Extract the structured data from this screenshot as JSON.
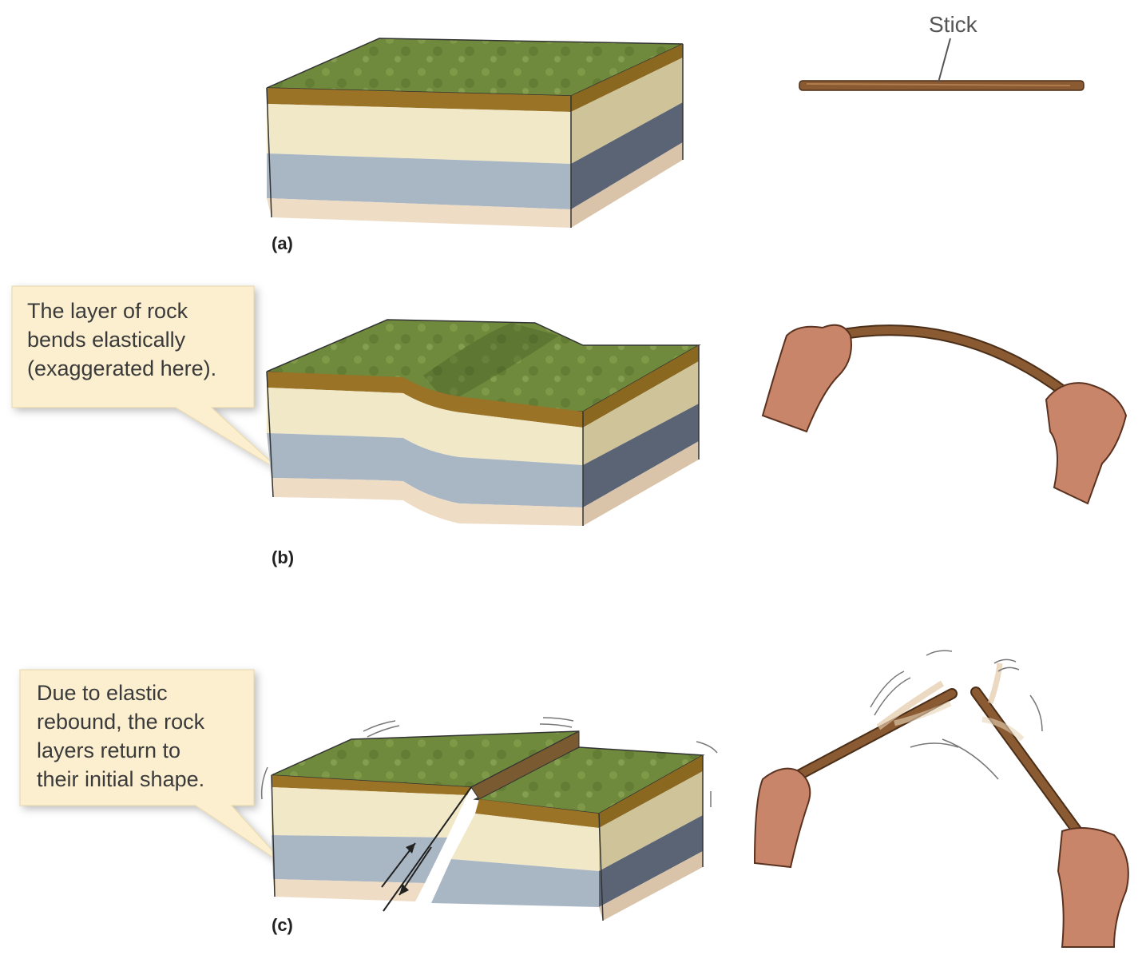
{
  "figure": {
    "stick_label": "Stick",
    "panels": [
      {
        "id": "a",
        "label": "(a)"
      },
      {
        "id": "b",
        "label": "(b)",
        "callout_lines": [
          "The layer of rock",
          "bends elastically",
          "(exaggerated here)."
        ]
      },
      {
        "id": "c",
        "label": "(c)",
        "callout_lines": [
          "Due to elastic",
          "rebound, the rock",
          "layers return to",
          "their initial shape."
        ]
      }
    ]
  },
  "colors": {
    "grass": "#6f8a3c",
    "soil": "#9a7326",
    "sand": "#f1e8c8",
    "slate": "#a9b6c4",
    "base": "#efdcc5",
    "side_slate": "#5b6474",
    "side_sand": "#cfc39a",
    "stick": "#8a5a32",
    "skin": "#c98569",
    "callout_bg": "#fbefcf"
  }
}
